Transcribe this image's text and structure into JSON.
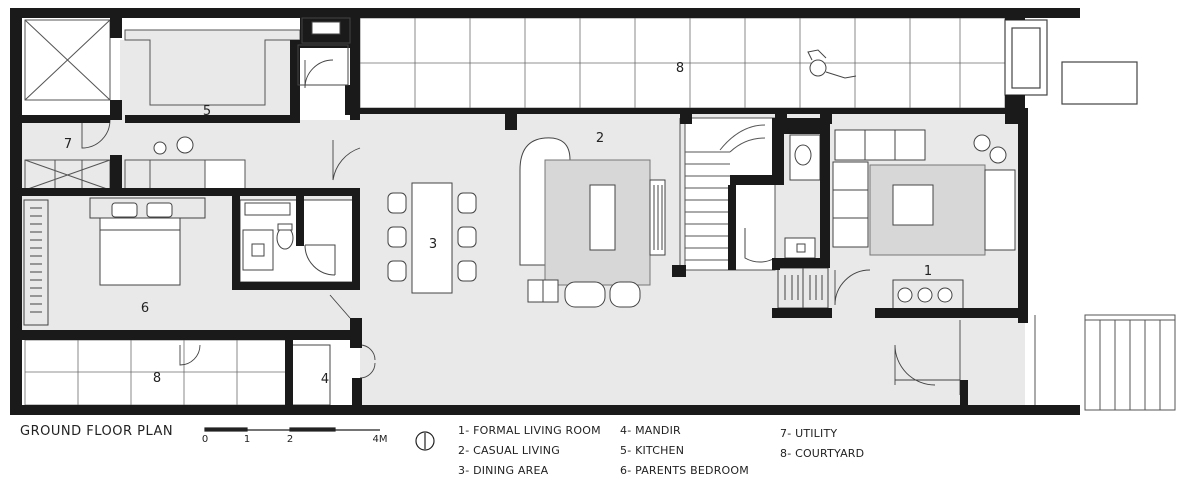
{
  "title": "GROUND FLOOR PLAN",
  "scale": {
    "ticks": [
      "0",
      "1",
      "2",
      "4M"
    ]
  },
  "rooms": [
    {
      "id": "1",
      "label": "1"
    },
    {
      "id": "2",
      "label": "2"
    },
    {
      "id": "3",
      "label": "3"
    },
    {
      "id": "4",
      "label": "4"
    },
    {
      "id": "5",
      "label": "5"
    },
    {
      "id": "6",
      "label": "6"
    },
    {
      "id": "7",
      "label": "7"
    },
    {
      "id": "8a",
      "label": "8"
    },
    {
      "id": "8b",
      "label": "8"
    }
  ],
  "legend": [
    {
      "text": "1- FORMAL LIVING ROOM"
    },
    {
      "text": "2- CASUAL LIVING"
    },
    {
      "text": "3- DINING AREA"
    },
    {
      "text": "4- MANDIR"
    },
    {
      "text": "5- KITCHEN"
    },
    {
      "text": "6- PARENTS BEDROOM"
    },
    {
      "text": "7- UTILITY"
    },
    {
      "text": "8- COURTYARD"
    }
  ],
  "colors": {
    "wall": "#1a1a1a",
    "floor": "#e9e9e9",
    "line": "#555555",
    "paper": "#ffffff"
  },
  "icons": {
    "north": "north-arrow-icon"
  }
}
